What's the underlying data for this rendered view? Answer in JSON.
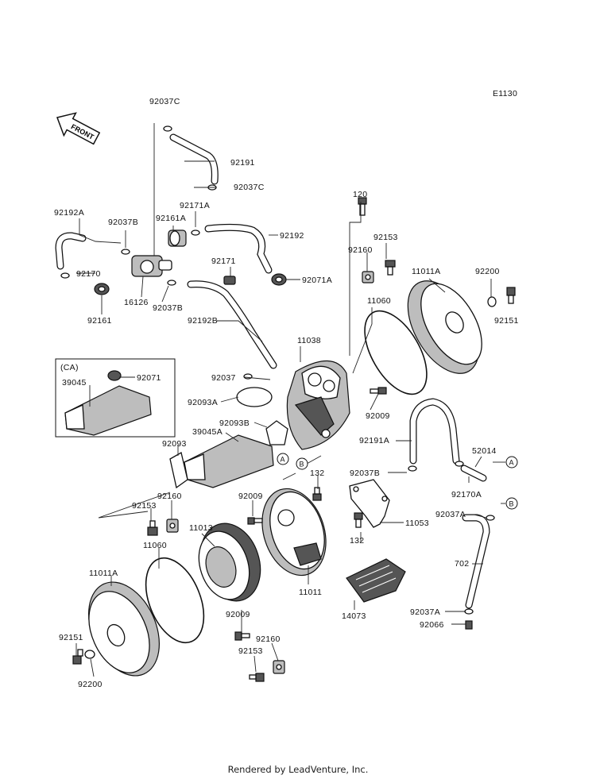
{
  "diagram": {
    "code": "E1130",
    "front_label": "FRONT",
    "inset_label": "(CA)",
    "circle_markers": [
      "A",
      "B"
    ],
    "part_labels": [
      "92037C",
      "92191",
      "92037C",
      "120",
      "92192A",
      "92037B",
      "92161A",
      "92171A",
      "92192",
      "92153",
      "92160",
      "11011A",
      "92200",
      "92151",
      "92171",
      "92071A",
      "92170",
      "16126",
      "92161",
      "92037B",
      "92192B",
      "11060",
      "11038",
      "92037",
      "92071",
      "39045",
      "92093A",
      "92009",
      "92093B",
      "39045A",
      "92191A",
      "92093",
      "52014",
      "132",
      "92037B",
      "92170A",
      "92160",
      "92009",
      "92153",
      "11013",
      "11053",
      "92037A",
      "132",
      "11060",
      "702",
      "11011A",
      "11011",
      "14073",
      "92009",
      "92037A",
      "92160",
      "92066",
      "92151",
      "92153",
      "92200"
    ]
  },
  "footer": {
    "text": "Rendered by LeadVenture, Inc."
  }
}
